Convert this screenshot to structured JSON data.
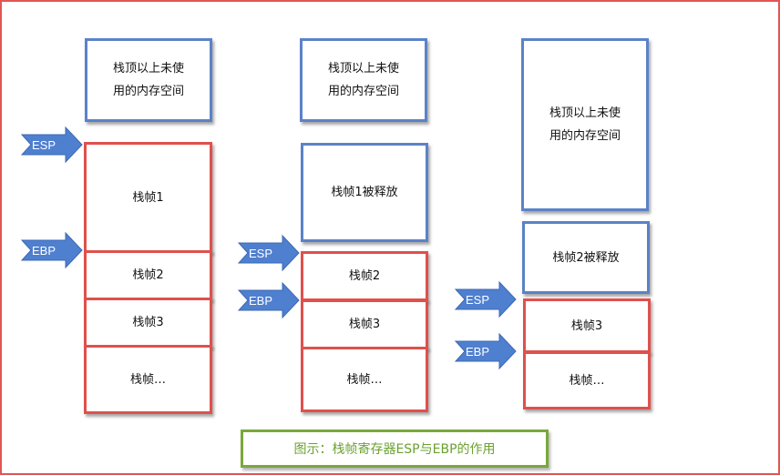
{
  "colors": {
    "blue_border": "#5b82c8",
    "red_border": "#e0504c",
    "arrow_fill": "#4f7fcf",
    "caption_border": "#7aa83b",
    "caption_text": "#6aa12f",
    "frame_border": "#e25653"
  },
  "columns": [
    {
      "unused_space": "栈顶以上未使\n用的内存空间",
      "frames": [
        "栈帧1",
        "栈帧2",
        "栈帧3",
        "栈帧…"
      ],
      "esp_label": "ESP",
      "ebp_label": "EBP"
    },
    {
      "unused_space": "栈顶以上未使\n用的内存空间",
      "released": "栈帧1被释放",
      "frames": [
        "栈帧2",
        "栈帧3",
        "栈帧…"
      ],
      "esp_label": "ESP",
      "ebp_label": "EBP"
    },
    {
      "unused_space": "栈顶以上未使\n用的内存空间",
      "released": "栈帧2被释放",
      "frames": [
        "栈帧3",
        "栈帧…"
      ],
      "esp_label": "ESP",
      "ebp_label": "EBP"
    }
  ],
  "caption": "图示：栈帧寄存器ESP与EBP的作用"
}
